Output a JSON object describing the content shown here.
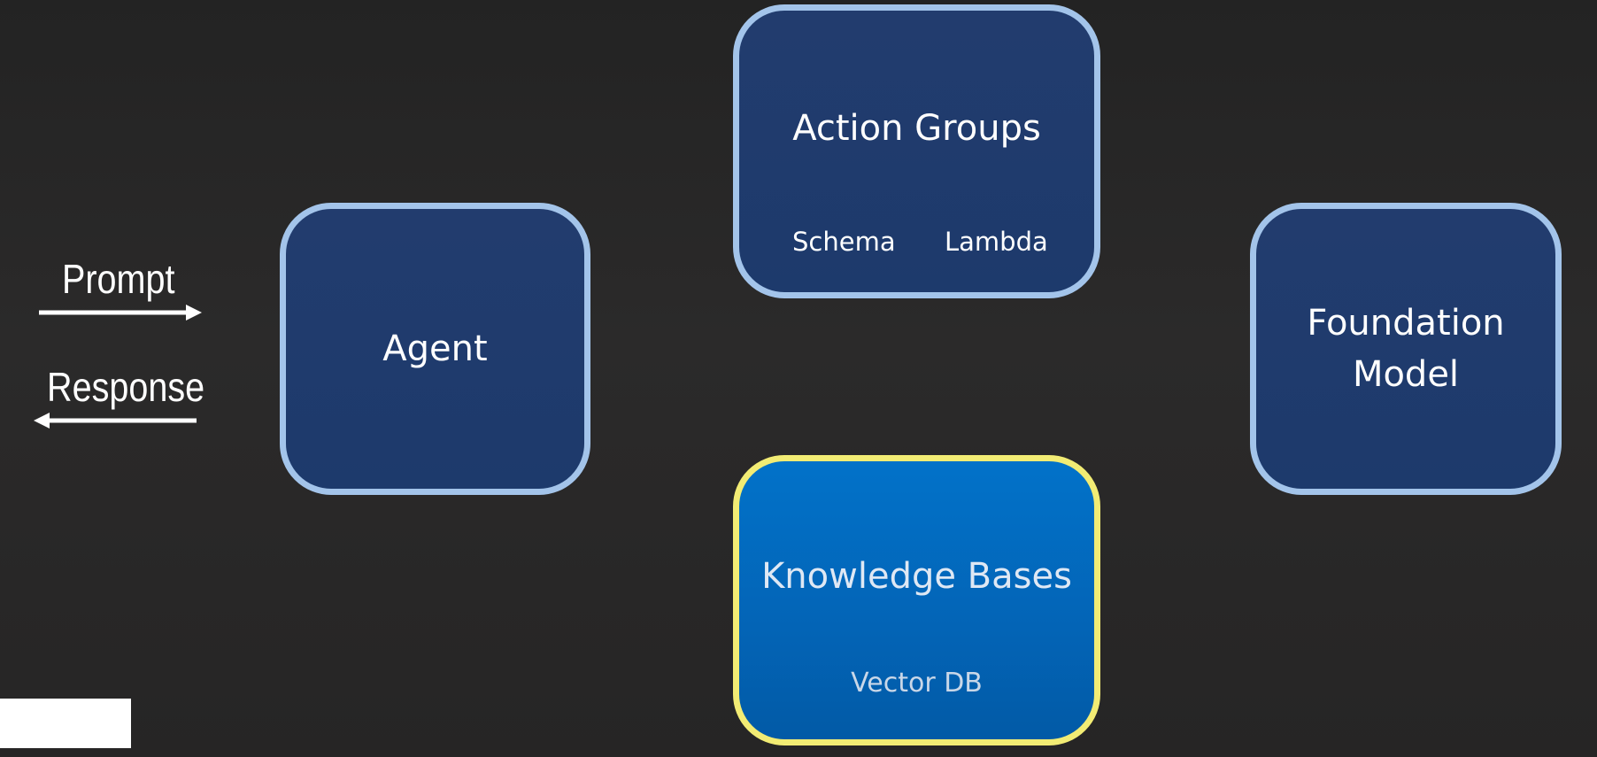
{
  "diagram": {
    "left_arrows": {
      "prompt_label": "Prompt",
      "response_label": "Response"
    },
    "agent": {
      "label": "Agent"
    },
    "action_groups": {
      "title": "Action Groups",
      "items": [
        "Schema",
        "Lambda"
      ]
    },
    "foundation_model": {
      "line1": "Foundation",
      "line2": "Model"
    },
    "knowledge_bases": {
      "title": "Knowledge Bases",
      "sub": "Vector DB"
    }
  },
  "colors": {
    "background": "#262525",
    "box_fill": "#1f3b6d",
    "box_border": "#a3c4ea",
    "highlight_fill": "#0369bd",
    "highlight_border": "#f2ec74",
    "text": "#ffffff"
  }
}
